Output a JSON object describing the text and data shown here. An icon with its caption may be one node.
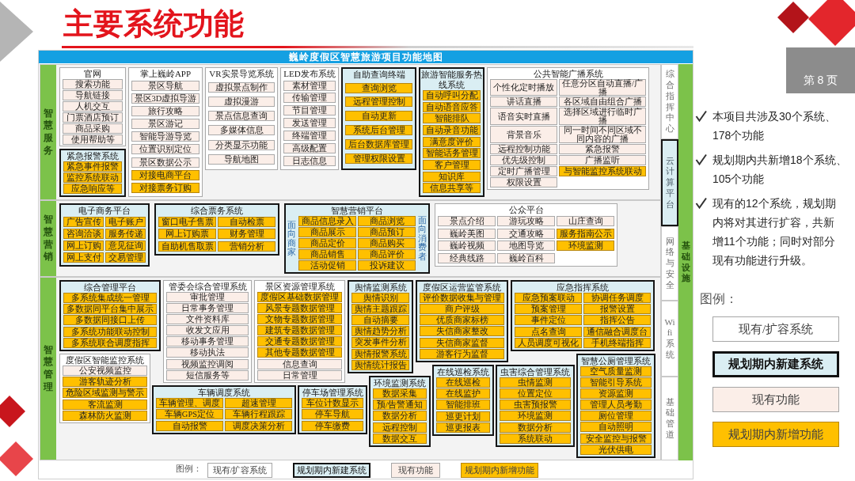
{
  "diagram": {
    "title": "主要系统功能",
    "nodes": [
      {
        "text": [
          "巍岭度假区智慧旅游项目功能地图"
        ]
      },
      {
        "text": [
          "智慧服务"
        ],
        "in": 0
      },
      {
        "text": [
          "官网"
        ],
        "in": 1
      },
      {
        "text": [
          "搜索功能"
        ],
        "in": 2
      },
      {
        "text": [
          "导航链接"
        ],
        "in": 2
      },
      {
        "text": [
          "人机交互"
        ],
        "in": 2
      },
      {
        "text": [
          "门票酒店预订"
        ],
        "in": 2
      },
      {
        "text": [
          "商品采购"
        ],
        "in": 2
      },
      {
        "text": [
          "使用帮助等"
        ],
        "in": 2
      },
      {
        "text": [
          "紧急报警系统"
        ],
        "in": 1
      },
      {
        "text": [
          "紧急事件报警"
        ],
        "in": 9
      },
      {
        "text": [
          "监控系统联动"
        ],
        "in": 9
      },
      {
        "text": [
          "应急响应等"
        ],
        "in": 9
      },
      {
        "text": [
          "掌上巍岭APP"
        ],
        "in": 1
      },
      {
        "text": [
          "景区导航"
        ],
        "in": 13
      },
      {
        "text": [
          "景区3D虚拟导游"
        ],
        "in": 13
      },
      {
        "text": [
          "旅行攻略"
        ],
        "in": 13
      },
      {
        "text": [
          "景区游记"
        ],
        "in": 13
      },
      {
        "text": [
          "智能导游导览"
        ],
        "in": 13
      },
      {
        "text": [
          "位置识别定位"
        ],
        "in": 13
      },
      {
        "text": [
          "景区数据公示"
        ],
        "in": 13
      },
      {
        "text": [
          "对接电商平台"
        ],
        "in": 13
      },
      {
        "text": [
          "对接票务订购"
        ],
        "in": 13
      },
      {
        "text": [
          "VR实景导览系统"
        ],
        "in": 1
      },
      {
        "text": [
          "虚拟景点制作"
        ],
        "in": 23
      },
      {
        "text": [
          "虚拟漫游"
        ],
        "in": 23
      },
      {
        "text": [
          "景点信息查询"
        ],
        "in": 23
      },
      {
        "text": [
          "多媒体信息"
        ],
        "in": 23
      },
      {
        "text": [
          "分类显示功能"
        ],
        "in": 23
      },
      {
        "text": [
          "导航地图"
        ],
        "in": 23
      },
      {
        "text": [
          "LED发布系统"
        ],
        "in": 1
      },
      {
        "text": [
          "素材管理"
        ],
        "in": 30
      },
      {
        "text": [
          "传输管理"
        ],
        "in": 30
      },
      {
        "text": [
          "节目管理"
        ],
        "in": 30
      },
      {
        "text": [
          "发送管理"
        ],
        "in": 30
      },
      {
        "text": [
          "终端管理"
        ],
        "in": 30
      },
      {
        "text": [
          "高级配置"
        ],
        "in": 30
      },
      {
        "text": [
          "日志信息"
        ],
        "in": 30
      },
      {
        "text": [
          "自助查询终端"
        ],
        "in": 1
      },
      {
        "text": [
          "查询浏览"
        ],
        "in": 38
      },
      {
        "text": [
          "远程管理控制"
        ],
        "in": 38
      },
      {
        "text": [
          "自动更新"
        ],
        "in": 38
      },
      {
        "text": [
          "系统后台管理"
        ],
        "in": 38
      },
      {
        "text": [
          "后台数据库管理"
        ],
        "in": 38
      },
      {
        "text": [
          "管理权限设置"
        ],
        "in": 38
      },
      {
        "text": [
          "旅游智能服务热线系统"
        ],
        "in": 1
      },
      {
        "text": [
          "自动呼叫分配"
        ],
        "in": 45
      },
      {
        "text": [
          "自动语音应答"
        ],
        "in": 45
      },
      {
        "text": [
          "智能排队"
        ],
        "in": 45
      },
      {
        "text": [
          "自动录音功能"
        ],
        "in": 45
      },
      {
        "text": [
          "满意度评价"
        ],
        "in": 45
      },
      {
        "text": [
          "智能话务管理"
        ],
        "in": 45
      },
      {
        "text": [
          "客户管理"
        ],
        "in": 45
      },
      {
        "text": [
          "知识库"
        ],
        "in": 45
      },
      {
        "text": [
          "信息共享等"
        ],
        "in": 45
      },
      {
        "text": [
          "公共智能广播系统"
        ],
        "in": 1
      },
      {
        "text": [
          "个性化定时播放"
        ],
        "in": 55
      },
      {
        "text": [
          "讲话直播"
        ],
        "in": 55
      },
      {
        "text": [
          "语音实时直播"
        ],
        "in": 55
      },
      {
        "text": [
          "背景音乐"
        ],
        "in": 55
      },
      {
        "text": [
          "远程控制功能"
        ],
        "in": 55
      },
      {
        "text": [
          "优先级控制"
        ],
        "in": 55
      },
      {
        "text": [
          "定时广播管理"
        ],
        "in": 55
      },
      {
        "text": [
          "权限设置"
        ],
        "in": 55
      },
      {
        "text": [
          "任意分区自动直播/广播"
        ],
        "in": 55
      },
      {
        "text": [
          "各区域自由组合广播"
        ],
        "in": 55
      },
      {
        "text": [
          "选择区域进行临时广播"
        ],
        "in": 55
      },
      {
        "text": [
          "同一时间不同区域不同内容的广播"
        ],
        "in": 55
      },
      {
        "text": [
          "紧急报警"
        ],
        "in": 55
      },
      {
        "text": [
          "广播监听"
        ],
        "in": 55
      },
      {
        "text": [
          "与智能监控系统联动"
        ],
        "in": 55
      },
      {
        "text": [
          "智慧营销"
        ],
        "in": 0
      },
      {
        "text": [
          "电子商务平台"
        ],
        "in": 71
      },
      {
        "text": [
          "广告宣传"
        ],
        "in": 72
      },
      {
        "text": [
          "电子账户"
        ],
        "in": 72
      },
      {
        "text": [
          "咨询洽谈"
        ],
        "in": 72
      },
      {
        "text": [
          "服务传递"
        ],
        "in": 72
      },
      {
        "text": [
          "网上订购"
        ],
        "in": 72
      },
      {
        "text": [
          "意见征询"
        ],
        "in": 72
      },
      {
        "text": [
          "网上支付"
        ],
        "in": 72
      },
      {
        "text": [
          "交易管理"
        ],
        "in": 72
      },
      {
        "text": [
          "综合票务系统"
        ],
        "in": 71
      },
      {
        "text": [
          "窗口电子售票"
        ],
        "in": 81
      },
      {
        "text": [
          "自动检票"
        ],
        "in": 81
      },
      {
        "text": [
          "网上订购票"
        ],
        "in": 81
      },
      {
        "text": [
          "财务管理"
        ],
        "in": 81
      },
      {
        "text": [
          "自助机售取票"
        ],
        "in": 81
      },
      {
        "text": [
          "营销分析"
        ],
        "in": 81
      },
      {
        "text": [
          "智慧营销平台",
          "面向商家",
          "面向消费者"
        ],
        "in": 71
      },
      {
        "text": [
          "商品信息录入"
        ],
        "in": 88
      },
      {
        "text": [
          "商品展示"
        ],
        "in": 88
      },
      {
        "text": [
          "商品定价"
        ],
        "in": 88
      },
      {
        "text": [
          "商品销售"
        ],
        "in": 88
      },
      {
        "text": [
          "活动促销"
        ],
        "in": 88
      },
      {
        "text": [
          "商品浏览"
        ],
        "in": 88
      },
      {
        "text": [
          "商品预订"
        ],
        "in": 88
      },
      {
        "text": [
          "商品购买"
        ],
        "in": 88
      },
      {
        "text": [
          "商品评价"
        ],
        "in": 88
      },
      {
        "text": [
          "投诉建议"
        ],
        "in": 88
      },
      {
        "text": [
          "公众平台"
        ],
        "in": 71
      },
      {
        "text": [
          "景点介绍"
        ],
        "in": 99
      },
      {
        "text": [
          "游玩攻略"
        ],
        "in": 99
      },
      {
        "text": [
          "山庄查询"
        ],
        "in": 99
      },
      {
        "text": [
          "巍岭美图"
        ],
        "in": 99
      },
      {
        "text": [
          "交通攻略"
        ],
        "in": 99
      },
      {
        "text": [
          "服务指南公示"
        ],
        "in": 99
      },
      {
        "text": [
          "巍岭视频"
        ],
        "in": 99
      },
      {
        "text": [
          "地图导览"
        ],
        "in": 99
      },
      {
        "text": [
          "环境监测"
        ],
        "in": 99
      },
      {
        "text": [
          "经典线路"
        ],
        "in": 99
      },
      {
        "text": [
          "巍岭百科"
        ],
        "in": 99
      },
      {
        "text": [
          "智慧管理"
        ],
        "in": 0
      },
      {
        "text": [
          "综合管理平台"
        ],
        "in": 111
      },
      {
        "text": [
          "多系统集成统一管理"
        ],
        "in": 112
      },
      {
        "text": [
          "多数据同平台集中展示"
        ],
        "in": 112
      },
      {
        "text": [
          "多数据同接口上传"
        ],
        "in": 112
      },
      {
        "text": [
          "多系统功能联动控制"
        ],
        "in": 112
      },
      {
        "text": [
          "多系统联合调度指挥"
        ],
        "in": 112
      },
      {
        "text": [
          "管委会综合管理系统"
        ],
        "in": 111
      },
      {
        "text": [
          "审批管理"
        ],
        "in": 118
      },
      {
        "text": [
          "日常事务管理"
        ],
        "in": 118
      },
      {
        "text": [
          "文件资料库"
        ],
        "in": 118
      },
      {
        "text": [
          "收发文应用"
        ],
        "in": 118
      },
      {
        "text": [
          "移动事务管理"
        ],
        "in": 118
      },
      {
        "text": [
          "移动执法"
        ],
        "in": 118
      },
      {
        "text": [
          "视频监控调阅"
        ],
        "in": 118
      },
      {
        "text": [
          "短信服务等"
        ],
        "in": 118
      },
      {
        "text": [
          "景区资源管理系统"
        ],
        "in": 111
      },
      {
        "text": [
          "度假区基础数据管理"
        ],
        "in": 127
      },
      {
        "text": [
          "风景专题数据管理"
        ],
        "in": 127
      },
      {
        "text": [
          "文物专题数据管理"
        ],
        "in": 127
      },
      {
        "text": [
          "建筑专题数据管理"
        ],
        "in": 127
      },
      {
        "text": [
          "交通专题数据管理"
        ],
        "in": 127
      },
      {
        "text": [
          "其他专题数据管理"
        ],
        "in": 127
      },
      {
        "text": [
          "信息查询"
        ],
        "in": 127
      },
      {
        "text": [
          "日常管理"
        ],
        "in": 127
      },
      {
        "text": [
          "舆情监测系统"
        ],
        "in": 111
      },
      {
        "text": [
          "舆情识别"
        ],
        "in": 136
      },
      {
        "text": [
          "舆情主题跟踪"
        ],
        "in": 136
      },
      {
        "text": [
          "自动摘要"
        ],
        "in": 136
      },
      {
        "text": [
          "舆情趋势分析"
        ],
        "in": 136
      },
      {
        "text": [
          "突发事件分析"
        ],
        "in": 136
      },
      {
        "text": [
          "舆情报警系统"
        ],
        "in": 136
      },
      {
        "text": [
          "舆情统计报告"
        ],
        "in": 136
      },
      {
        "text": [
          "度假区运营监管系统"
        ],
        "in": 111
      },
      {
        "text": [
          "评价数据收集与管理"
        ],
        "in": 144
      },
      {
        "text": [
          "商户评级"
        ],
        "in": 144
      },
      {
        "text": [
          "优质商家标榜"
        ],
        "in": 144
      },
      {
        "text": [
          "失信商家整改"
        ],
        "in": 144
      },
      {
        "text": [
          "失信商家监督"
        ],
        "in": 144
      },
      {
        "text": [
          "游客行为监督"
        ],
        "in": 144
      },
      {
        "text": [
          "应急指挥系统"
        ],
        "in": 111
      },
      {
        "text": [
          "应急预案联动"
        ],
        "in": 151
      },
      {
        "text": [
          "协调任务调度"
        ],
        "in": 151
      },
      {
        "text": [
          "预案管理"
        ],
        "in": 151
      },
      {
        "text": [
          "报警设置"
        ],
        "in": 151
      },
      {
        "text": [
          "事件定位"
        ],
        "in": 151
      },
      {
        "text": [
          "指挥公告"
        ],
        "in": 151
      },
      {
        "text": [
          "点名查询"
        ],
        "in": 151
      },
      {
        "text": [
          "通信融合调度台"
        ],
        "in": 151
      },
      {
        "text": [
          "人员调度可视化"
        ],
        "in": 151
      },
      {
        "text": [
          "手机终端指挥"
        ],
        "in": 151
      },
      {
        "text": [
          "度假区智能监控系统"
        ],
        "in": 111
      },
      {
        "text": [
          "公安视频监控"
        ],
        "in": 162
      },
      {
        "text": [
          "游客轨迹分析"
        ],
        "in": 162
      },
      {
        "text": [
          "危险区域监测与警示"
        ],
        "in": 162
      },
      {
        "text": [
          "客流监测"
        ],
        "in": 162
      },
      {
        "text": [
          "森林防火监测"
        ],
        "in": 162
      },
      {
        "text": [
          "车辆调度系统"
        ],
        "in": 111
      },
      {
        "text": [
          "车辆管理、调度"
        ],
        "in": 168
      },
      {
        "text": [
          "超速管理"
        ],
        "in": 168
      },
      {
        "text": [
          "车辆GPS定位"
        ],
        "in": 168
      },
      {
        "text": [
          "车辆行程跟踪"
        ],
        "in": 168
      },
      {
        "text": [
          "自动报警"
        ],
        "in": 168
      },
      {
        "text": [
          "调度决策分析"
        ],
        "in": 168
      },
      {
        "text": [
          "停车场管理系统"
        ],
        "in": 111
      },
      {
        "text": [
          "车位计数显示"
        ],
        "in": 175
      },
      {
        "text": [
          "停车导航"
        ],
        "in": 175
      },
      {
        "text": [
          "停车缴费"
        ],
        "in": 175
      },
      {
        "text": [
          "环境监测系统"
        ],
        "in": 111
      },
      {
        "text": [
          "数据采集"
        ],
        "in": 179
      },
      {
        "text": [
          "预/告警通知"
        ],
        "in": 179
      },
      {
        "text": [
          "数据分析"
        ],
        "in": 179
      },
      {
        "text": [
          "远程控制"
        ],
        "in": 179
      },
      {
        "text": [
          "数据交互"
        ],
        "in": 179
      },
      {
        "text": [
          "在线巡检系统"
        ],
        "in": 111
      },
      {
        "text": [
          "在线巡检"
        ],
        "in": 185
      },
      {
        "text": [
          "在线监护"
        ],
        "in": 185
      },
      {
        "text": [
          "智能排班"
        ],
        "in": 185
      },
      {
        "text": [
          "巡更计划"
        ],
        "in": 185
      },
      {
        "text": [
          "巡更报表"
        ],
        "in": 185
      },
      {
        "text": [
          "虫害综合管理系统"
        ],
        "in": 111
      },
      {
        "text": [
          "虫情监测"
        ],
        "in": 191
      },
      {
        "text": [
          "位置定位"
        ],
        "in": 191
      },
      {
        "text": [
          "虫害预报警"
        ],
        "in": 191
      },
      {
        "text": [
          "环境监测"
        ],
        "in": 191
      },
      {
        "text": [
          "数据分析"
        ],
        "in": 191
      },
      {
        "text": [
          "系统联动"
        ],
        "in": 191
      },
      {
        "text": [
          "智慧公厕管理系统"
        ],
        "in": 111
      },
      {
        "text": [
          "空气质量监测"
        ],
        "in": 198
      },
      {
        "text": [
          "智能引导系统"
        ],
        "in": 198
      },
      {
        "text": [
          "资源监测"
        ],
        "in": 198
      },
      {
        "text": [
          "管理人员考勤"
        ],
        "in": 198
      },
      {
        "text": [
          "厕位管理"
        ],
        "in": 198
      },
      {
        "text": [
          "自动照明"
        ],
        "in": 198
      },
      {
        "text": [
          "安全监控与报警"
        ],
        "in": 198
      },
      {
        "text": [
          "光伏供电"
        ],
        "in": 198
      },
      {
        "text": [
          "综合指挥中心"
        ],
        "in": 0
      },
      {
        "text": [
          "云计算平台"
        ],
        "in": 0
      },
      {
        "text": [
          "网络与安全"
        ],
        "in": 0
      },
      {
        "text": [
          "Wifi系统"
        ],
        "in": 0
      },
      {
        "text": [
          "基础管道"
        ],
        "in": 0
      },
      {
        "text": [
          "基础设施"
        ],
        "in": 0
      }
    ],
    "labels": [
      "第 8 页",
      "图例：",
      "本项目共涉及30个系统、178个功能",
      "规划期内共新增18个系统、105个功能",
      "现有的12个系统，规划期内将对其进行扩容，共新增11个功能；同时对部分现有功能进行升级。",
      "图例："
    ],
    "legend": [
      {
        "text": "现有/扩容系统",
        "color": "#ffffff"
      },
      {
        "text": "规划期内新建系统",
        "color": "#daeef3"
      },
      {
        "text": "现有功能",
        "color": "#fbeee8"
      },
      {
        "text": "规划期内新增功能",
        "color": "#ffc000"
      },
      {
        "text": "现有/扩容系统",
        "color": "#ffffff"
      },
      {
        "text": "规划期内新建系统",
        "color": "#daeef3"
      },
      {
        "text": "现有功能",
        "color": "#fbeee8"
      },
      {
        "text": "规划期内新增功能",
        "color": "#ffc000"
      }
    ]
  }
}
